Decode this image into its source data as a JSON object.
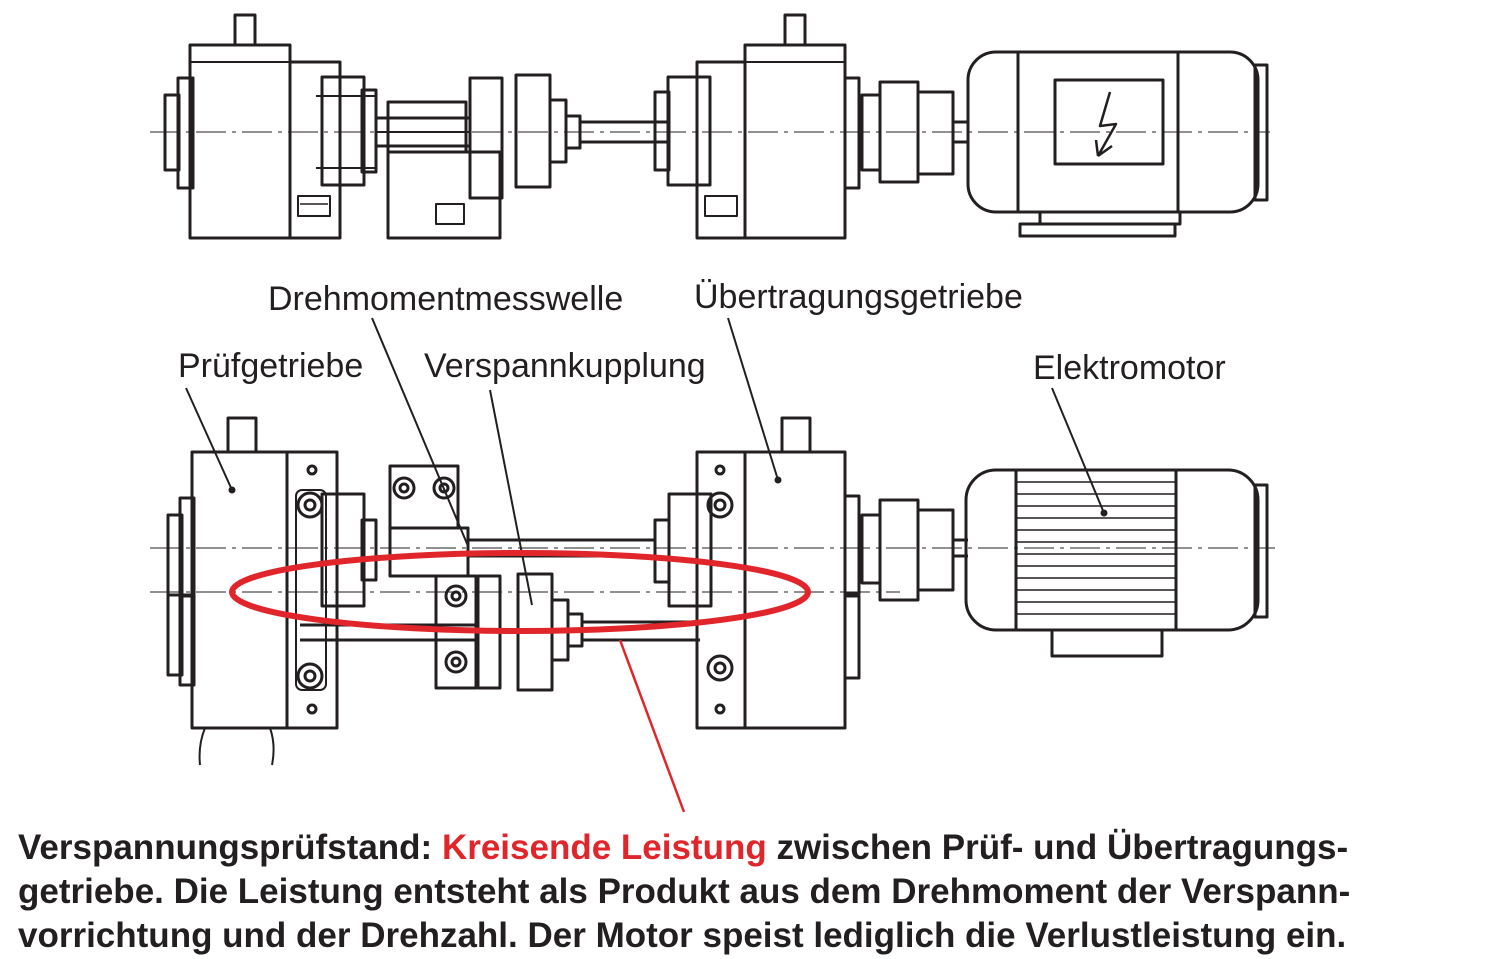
{
  "labels": {
    "pruefgetriebe": "Prüfgetriebe",
    "drehmomentmesswelle": "Drehmomentmesswelle",
    "verspannkupplung": "Verspannkupplung",
    "uebertragungsgetriebe": "Übertragungsgetriebe",
    "elektromotor": "Elektromotor"
  },
  "caption": {
    "line1_prefix": "Verspannungsprüfstand: ",
    "line1_highlight": "Kreisende Leistung",
    "line1_suffix": " zwischen Prüf- und Übertragungs-",
    "line2": "getriebe. Die Leistung entsteht als Produkt aus dem Drehmoment der Verspann-",
    "line3": "vorrichtung und der Drehzahl. Der Motor speist lediglich die Verlustleistung ein."
  },
  "colors": {
    "ink": "#231f20",
    "highlight": "#e0262b"
  },
  "icons": {
    "motor_symbol": "lightning-bolt-icon"
  }
}
